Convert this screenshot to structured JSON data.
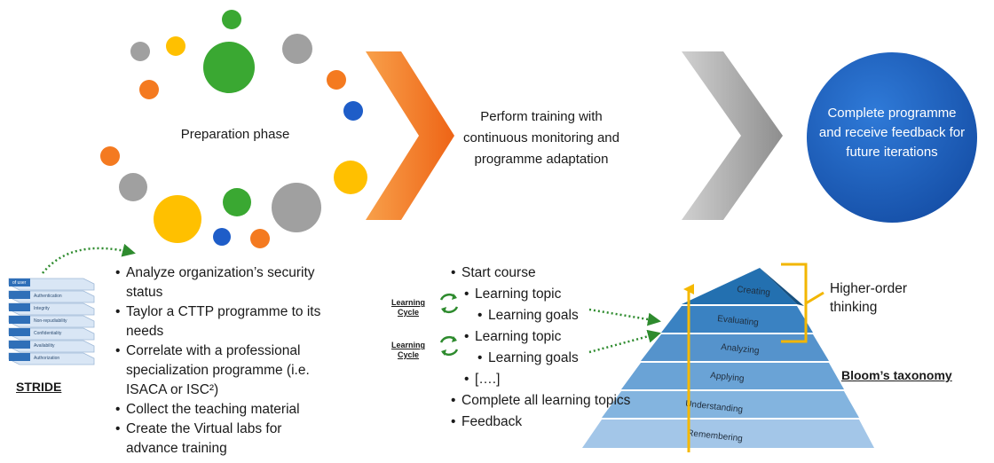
{
  "phases": {
    "preparation": "Preparation phase",
    "training": "Perform training with continuous monitoring and programme adaptation",
    "complete": "Complete programme and receive feedback for future iterations"
  },
  "preparation_steps": [
    "Analyze organization’s security status",
    "Taylor a CTTP programme to its needs",
    "Correlate with a professional specialization programme (i.e. ISACA or ISC²)",
    "Collect the teaching material",
    "Create the Virtual labs for advance training"
  ],
  "stride": {
    "label": "STRIDE",
    "rows": [
      "of user",
      "Authentication",
      "Integrity",
      "Non-repudiability",
      "Confidentiality",
      "Availability",
      "Authorization"
    ]
  },
  "training_steps": {
    "start": "Start course",
    "topic_1": "Learning topic",
    "goals_1": "Learning goals",
    "topic_2": "Learning topic",
    "goals_2": "Learning goals",
    "more": "[….]",
    "complete": "Complete all learning topics",
    "feedback": "Feedback"
  },
  "learning_cycle": {
    "label_1": "Learning Cycle",
    "label_2": "Learning Cycle"
  },
  "bloom": {
    "title": "Bloom’s taxonomy",
    "higher_order": "Higher-order thinking",
    "levels": [
      "Creating",
      "Evaluating",
      "Analyzing",
      "Applying",
      "Understanding",
      "Remembering"
    ]
  },
  "colors": {
    "orange_chevron": "#f0701e",
    "gray_chevron": "#a6a6a6",
    "circle_blue": "#1f5fbf",
    "green": "#3aa832",
    "yellow": "#ffc000",
    "orange": "#f47a20",
    "gray": "#a0a0a0",
    "blue_dot": "#1e5dc8",
    "pyramid_top": "#1f6aa8",
    "pyramid_bottom": "#9dc3e6",
    "bracket": "#f2b600",
    "arrow_yellow": "#f5b800",
    "dotted_green": "#2e8b2e"
  }
}
